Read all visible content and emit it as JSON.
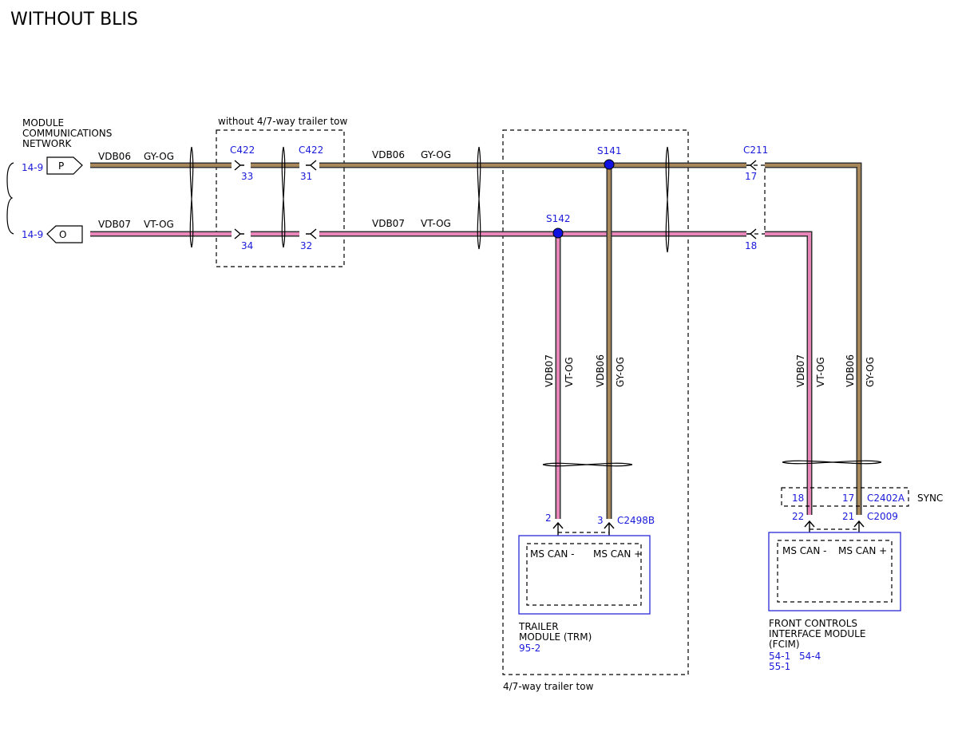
{
  "title": "WITHOUT BLIS",
  "network_label": [
    "MODULE",
    "COMMUNICATIONS",
    "NETWORK"
  ],
  "ref_p": "14-9",
  "ref_o": "14-9",
  "conn_p": "P",
  "conn_o": "O",
  "circuit_top": "VDB06",
  "color_top": "GY-OG",
  "circuit_bot": "VDB07",
  "color_bot": "VT-OG",
  "trailer_box_label": "without 4/7-way trailer tow",
  "c422": "C422",
  "pin_33": "33",
  "pin_31": "31",
  "pin_34": "34",
  "pin_32": "32",
  "s141": "S141",
  "s142": "S142",
  "c211": "C211",
  "pin_17": "17",
  "pin_18": "18",
  "trm": {
    "pin_a": "2",
    "pin_b": "3",
    "connector": "C2498B",
    "sig_minus": "MS CAN -",
    "sig_plus": "MS CAN +",
    "name": [
      "TRAILER",
      "MODULE (TRM)"
    ],
    "page_ref": "95-2",
    "group_label": "4/7-way trailer tow"
  },
  "fcim": {
    "sync_pin_a": "18",
    "sync_pin_b": "17",
    "sync_connector": "C2402A",
    "sync_label": "SYNC",
    "pin_a": "22",
    "pin_b": "21",
    "connector": "C2009",
    "sig_minus": "MS CAN -",
    "sig_plus": "MS CAN +",
    "name": [
      "FRONT CONTROLS",
      "INTERFACE MODULE",
      "(FCIM)"
    ],
    "page_refs": [
      "54-1",
      "54-4",
      "55-1"
    ]
  },
  "colors": {
    "wire_gy_og": "#a8875a",
    "wire_vt_og": "#e886b9",
    "splice": "#1010e0",
    "ref_text": "#1a1adb"
  }
}
